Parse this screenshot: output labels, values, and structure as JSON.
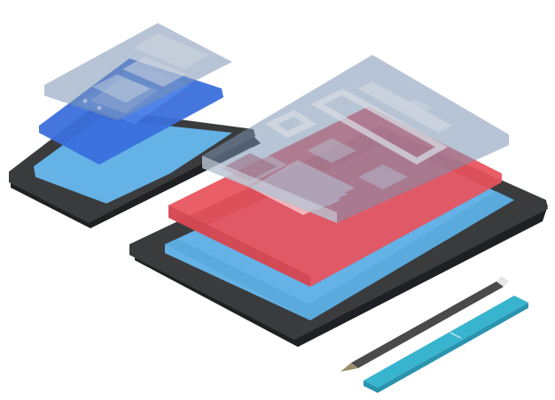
{
  "scene": {
    "kind": "isometric-illustration",
    "objects": [
      "small-tablet",
      "large-tablet",
      "blue-layer",
      "red-layer",
      "translucent-overlay-layers",
      "pencil",
      "ruler"
    ]
  },
  "colors": {
    "device_body": "#3a3b3d",
    "device_shadow": "#1f2023",
    "screen": "#64b2e6",
    "screen_shade": "#4fa1d6",
    "red_layer": "#e8525b",
    "red_dark": "#c8414a",
    "blue_layer": "#3a6fdc",
    "overlay": "#7c93b3",
    "overlay_light": "#cfd6df",
    "pencil_body": "#4a4a4a",
    "pencil_tip": "#9a8c6a",
    "ruler": "#38b4cf",
    "ruler_dark": "#2a93ad"
  }
}
